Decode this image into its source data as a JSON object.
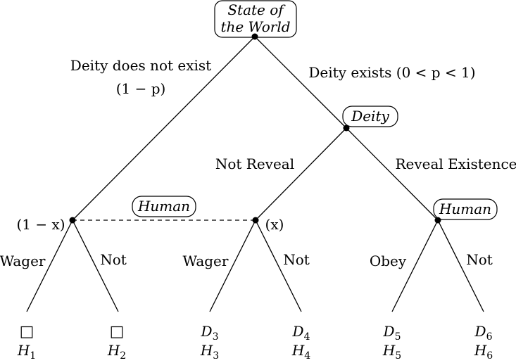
{
  "nodes": {
    "root": {
      "label_line1": "State of",
      "label_line2": "the World"
    },
    "deity": {
      "label": "Deity"
    },
    "human_info_set": {
      "label": "Human"
    },
    "human_reveal": {
      "label": "Human"
    }
  },
  "edges": {
    "deity_not_exist": {
      "label": "Deity does not exist",
      "prob": "(1 − p)"
    },
    "deity_exists": {
      "label": "Deity exists (0 < p < 1)"
    },
    "not_reveal": {
      "label": "Not Reveal"
    },
    "reveal": {
      "label": "Reveal Existence"
    },
    "left_wager": {
      "label": "Wager"
    },
    "left_not": {
      "label": "Not"
    },
    "mid_wager": {
      "label": "Wager"
    },
    "mid_not": {
      "label": "Not"
    },
    "right_obey": {
      "label": "Obey"
    },
    "right_not": {
      "label": "Not"
    }
  },
  "beliefs": {
    "left": "(1 − x)",
    "mid": "(x)"
  },
  "leaves": [
    {
      "top_letter": "",
      "top_sub": "",
      "top_symbol": "□",
      "bottom_letter": "H",
      "bottom_sub": "1"
    },
    {
      "top_letter": "",
      "top_sub": "",
      "top_symbol": "□",
      "bottom_letter": "H",
      "bottom_sub": "2"
    },
    {
      "top_letter": "D",
      "top_sub": "3",
      "top_symbol": "",
      "bottom_letter": "H",
      "bottom_sub": "3"
    },
    {
      "top_letter": "D",
      "top_sub": "4",
      "top_symbol": "",
      "bottom_letter": "H",
      "bottom_sub": "4"
    },
    {
      "top_letter": "D",
      "top_sub": "5",
      "top_symbol": "",
      "bottom_letter": "H",
      "bottom_sub": "5"
    },
    {
      "top_letter": "D",
      "top_sub": "6",
      "top_symbol": "",
      "bottom_letter": "H",
      "bottom_sub": "6"
    }
  ]
}
